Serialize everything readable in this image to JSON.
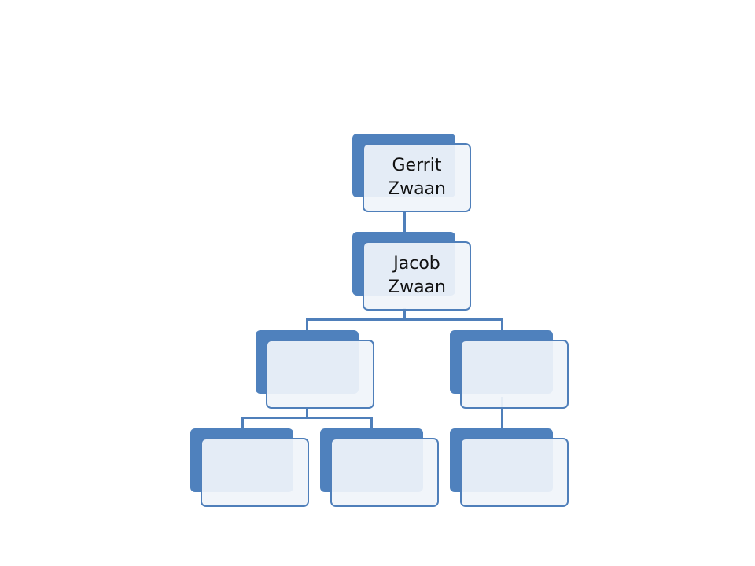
{
  "org_chart": {
    "nodes": [
      {
        "id": "gerrit",
        "label": "Gerrit Zwaan"
      },
      {
        "id": "jacob",
        "label": "Jacob Zwaan"
      },
      {
        "id": "child-left",
        "label": ""
      },
      {
        "id": "child-right",
        "label": ""
      },
      {
        "id": "grandchild-1",
        "label": ""
      },
      {
        "id": "grandchild-2",
        "label": ""
      },
      {
        "id": "grandchild-3",
        "label": ""
      }
    ]
  },
  "colors": {
    "box_fill": "#4f81bd",
    "card_fill": "#f0f4fa",
    "line": "#4f7fba",
    "text": "#111111"
  }
}
